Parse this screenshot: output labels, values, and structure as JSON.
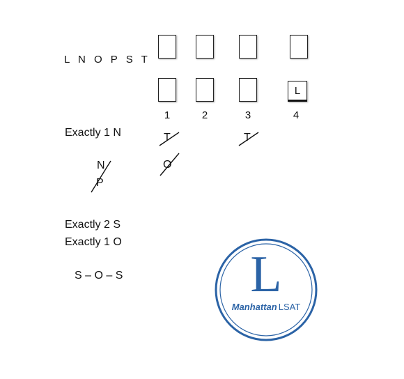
{
  "roster": "L N O P S T",
  "columns": [
    "1",
    "2",
    "3",
    "4"
  ],
  "filled_slot": {
    "column": 4,
    "row": "bottom",
    "letter": "L"
  },
  "rules": {
    "exactly_1_n": "Exactly 1 N",
    "exactly_2_s": "Exactly 2 S",
    "exactly_1_o": "Exactly 1 O",
    "sos_block": "S – O – S"
  },
  "crossed_marks": {
    "col1_t": "T",
    "col3_t": "T",
    "col1_o": "O"
  },
  "np_split": {
    "top": "N",
    "bottom": "P"
  },
  "logo": {
    "letter": "L",
    "brand": "Manhattan",
    "product": "LSAT",
    "color": "#2b63a6"
  }
}
